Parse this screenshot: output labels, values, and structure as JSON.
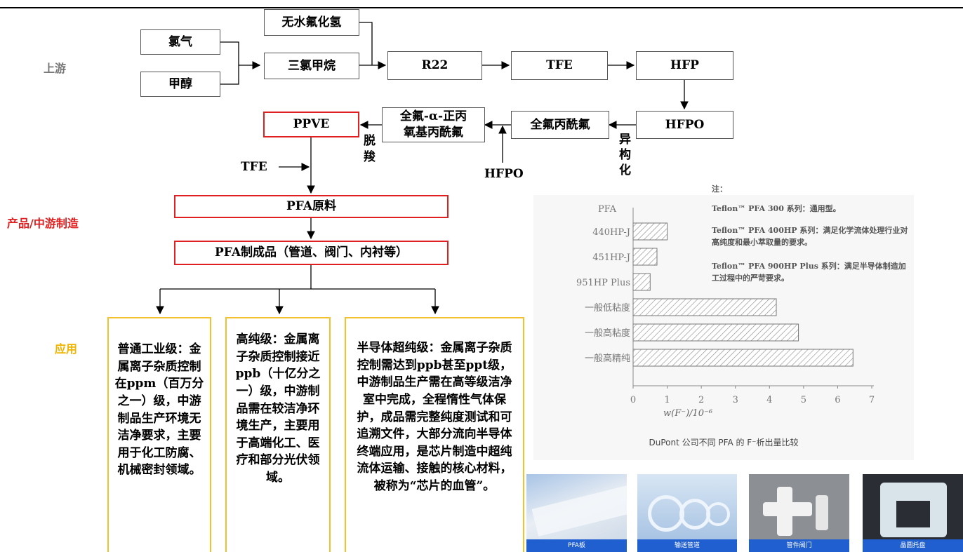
{
  "sections": {
    "upstream": "上游",
    "midstream": "产品/中游制造",
    "application": "应用"
  },
  "boxes": {
    "hf": "无水氟化氢",
    "chlorine": "氯气",
    "methanol": "甲醇",
    "chloroform": "三氯甲烷",
    "r22": "R22",
    "tfe": "TFE",
    "hfp": "HFP",
    "hfpo": "HFPO",
    "pafluoride": "全氟丙酰氟",
    "perfluoro_line1": "全氟-α-正丙",
    "perfluoro_line2": "氧基丙酰氟",
    "ppve": "PPVE",
    "pfa_raw": "PFA原料",
    "pfa_products": "PFA制成品（管道、阀门、内衬等）"
  },
  "labels": {
    "decarb_1": "脱",
    "decarb_2": "羧",
    "isomer_1": "异",
    "isomer_2": "构",
    "isomer_3": "化",
    "hfpo_input": "HFPO",
    "tfe_input": "TFE"
  },
  "applications": [
    "普通工业级：金属离子杂质控制在ppm（百万分之一）级，中游制品生产环境无洁净要求，主要用于化工防腐、机械密封领域。",
    "高纯级：金属离子杂质控制接近ppb（十亿分之一）级，中游制品需在较洁净环境生产，主要用于高端化工、医疗和部分光伏领域。",
    "半导体超纯级：金属离子杂质控制需达到ppb甚至ppt级，中游制品生产需在高等级洁净室中完成，全程惰性气体保护，成品需完整纯度测试和可追溯文件，大部分流向半导体终端应用，是芯片制造中超纯流体运输、接触的核心材料，被称为“芯片的血管”。"
  ],
  "chart_data": {
    "type": "bar",
    "orientation": "horizontal",
    "header_label": "PFA",
    "categories": [
      "440HP-J",
      "451HP-J",
      "951HP Plus",
      "一般低粘度",
      "一般高粘度",
      "一般高精纯"
    ],
    "values": [
      1.0,
      0.7,
      0.5,
      4.2,
      4.85,
      6.45
    ],
    "xlim": [
      0,
      7
    ],
    "xticks": [
      "0",
      "1",
      "2",
      "3",
      "4",
      "5",
      "6",
      "7"
    ],
    "xlabel": "w(F⁻)/10⁻⁶",
    "caption": "DuPont 公司不同 PFA 的 F⁻析出量比较",
    "bar_fill": "hatched",
    "notes": [
      "注：",
      "Teflon™ PFA 300 系列：通用型。",
      "Teflon™ PFA 400HP 系列：满足化学流体处理行业对高纯度和最小萃取量的要求。",
      "Teflon™ PFA 900HP Plus 系列：满足半导体制造加工过程中的严苛要求。"
    ]
  },
  "photos": [
    "PFA板",
    "输送管道",
    "管件阀门",
    "晶圆托盘"
  ],
  "colors": {
    "red_border": "#e02020",
    "yellow_border": "#f4c030",
    "section_red": "#e02020",
    "section_yellow": "#f0b400",
    "section_gray": "#777777",
    "photo_caption_bg": "#1f5fd0"
  }
}
